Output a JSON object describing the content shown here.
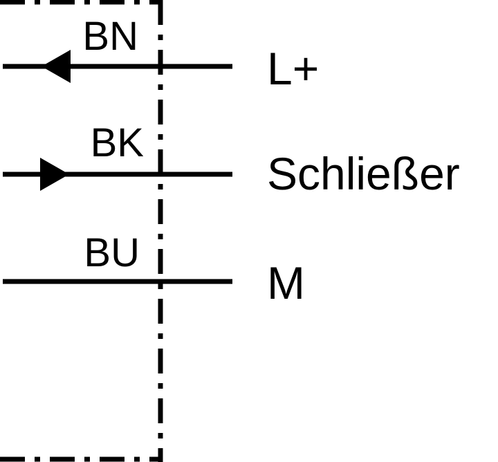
{
  "diagram": {
    "wires": [
      {
        "id": "brown",
        "code": "BN",
        "terminal": "L+",
        "arrow": "in"
      },
      {
        "id": "black",
        "code": "BK",
        "terminal": "Schließer",
        "arrow": "out"
      },
      {
        "id": "blue",
        "code": "BU",
        "terminal": "M",
        "arrow": "none"
      }
    ],
    "colors": {
      "line": "#000000",
      "background": "#ffffff"
    }
  }
}
